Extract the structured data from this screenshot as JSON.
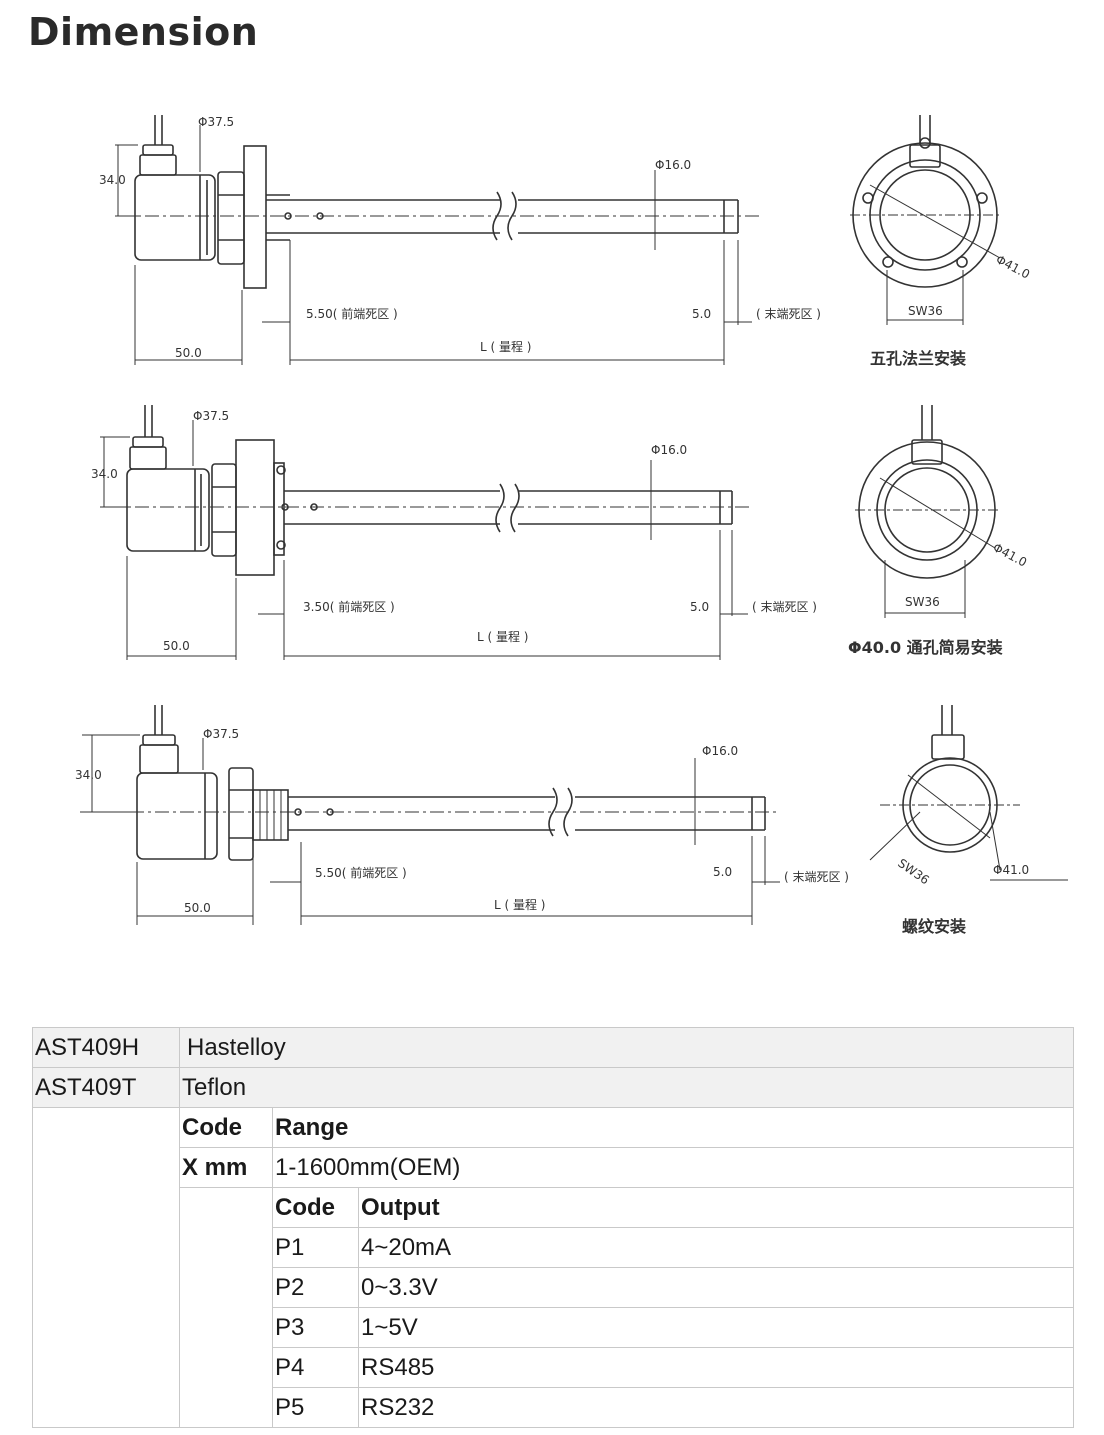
{
  "heading": "Dimension",
  "drawings": [
    {
      "d_body": "Φ37.5",
      "height": "34.0",
      "d_probe": "Φ16.0",
      "front_dead": "5.50( 前端死区 )",
      "end_val": "5.0",
      "end_dead": "( 末端死区 )",
      "len_label": "L ( 量程 )",
      "body_len": "50.0",
      "side_d": "Φ41.0",
      "wrench": "SW36",
      "caption": "五孔法兰安装"
    },
    {
      "d_body": "Φ37.5",
      "height": "34.0",
      "d_probe": "Φ16.0",
      "front_dead": "3.50( 前端死区 )",
      "end_val": "5.0",
      "end_dead": "( 末端死区 )",
      "len_label": "L ( 量程 )",
      "body_len": "50.0",
      "side_d": "Φ41.0",
      "wrench": "SW36",
      "caption": "Φ40.0 通孔简易安装"
    },
    {
      "d_body": "Φ37.5",
      "height": "34.0",
      "d_probe": "Φ16.0",
      "front_dead": "5.50( 前端死区 )",
      "end_val": "5.0",
      "end_dead": "( 末端死区 )",
      "len_label": "L ( 量程 )",
      "body_len": "50.0",
      "side_d": "Φ41.0",
      "wrench": "SW36",
      "caption": "螺纹安装"
    }
  ],
  "table": {
    "models": [
      {
        "code": "AST409H",
        "material": "Hastelloy"
      },
      {
        "code": "AST409T",
        "material": "Teflon"
      }
    ],
    "range_header": {
      "code": "Code",
      "label": "Range"
    },
    "range_row": {
      "code": "X mm",
      "value": "1-1600mm(OEM)"
    },
    "output_header": {
      "code": "Code",
      "label": "Output"
    },
    "outputs": [
      {
        "code": "P1",
        "value": "4~20mA"
      },
      {
        "code": "P2",
        "value": "0~3.3V"
      },
      {
        "code": "P3",
        "value": "1~5V"
      },
      {
        "code": "P4",
        "value": "RS485"
      },
      {
        "code": "P5",
        "value": "RS232"
      }
    ]
  }
}
